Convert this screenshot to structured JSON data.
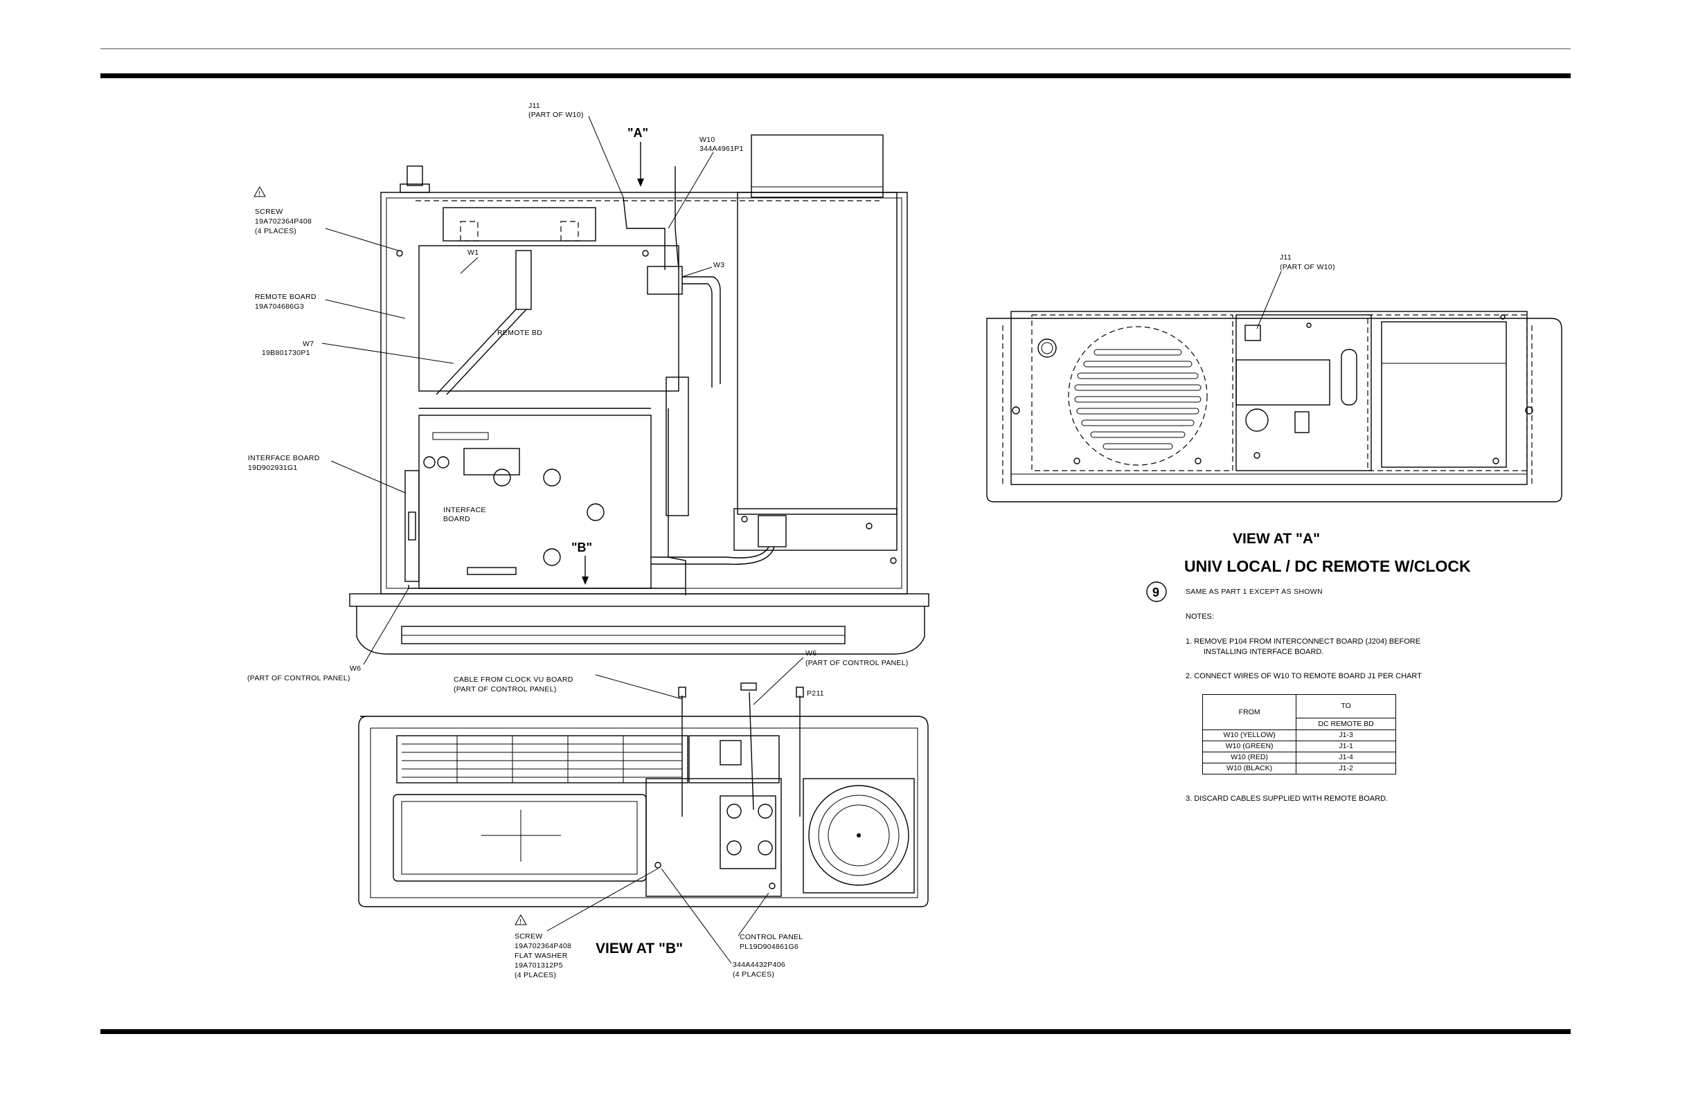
{
  "callouts": {
    "j11_top": [
      "J11",
      "(PART OF W10)"
    ],
    "view_a_marker": "\"A\"",
    "w10": [
      "W10",
      "344A4961P1"
    ],
    "screw_top": [
      "SCREW",
      "19A702364P408",
      "(4 PLACES)"
    ],
    "w1": "W1",
    "w3": "W3",
    "remote_board": [
      "REMOTE BOARD",
      "19A704686G3"
    ],
    "remote_bd": "REMOTE BD",
    "w7": [
      "W7",
      "19B801730P1"
    ],
    "interface_board_callout": [
      "INTERFACE BOARD",
      "19D902931G1"
    ],
    "interface_board_label": [
      "INTERFACE",
      "BOARD"
    ],
    "view_b_marker": "\"B\"",
    "w6_left": [
      "W6",
      "(PART OF CONTROL PANEL)"
    ],
    "cable_clock": [
      "CABLE FROM CLOCK VU BOARD",
      "(PART OF CONTROL PANEL)"
    ],
    "w6_right": [
      "W6",
      "(PART OF CONTROL PANEL)"
    ],
    "p211": "P211",
    "screw_bottom": [
      "SCREW",
      "19A702364P408",
      "FLAT WASHER",
      "19A701312P5",
      "(4 PLACES)"
    ],
    "control_panel": [
      "CONTROL PANEL",
      "PL19D904861G6"
    ],
    "screw_344": [
      "344A4432P406",
      "(4 PLACES)"
    ],
    "view_at_b": "VIEW AT \"B\"",
    "j11_right": [
      "J11",
      "(PART OF W10)"
    ],
    "view_at_a": "VIEW AT \"A\"",
    "title": "UNIV  LOCAL / DC  REMOTE  W/CLOCK",
    "part_number": "9",
    "same_as": "SAME AS PART 1 EXCEPT AS SHOWN"
  },
  "notes": {
    "heading": "NOTES:",
    "note1": [
      "1.   REMOVE P104 FROM INTERCONNECT BOARD (J204) BEFORE",
      "INSTALLING INTERFACE BOARD."
    ],
    "note2": "2.   CONNECT WIRES OF W10 TO REMOTE BOARD J1 PER CHART",
    "note3": "3.   DISCARD CABLES SUPPLIED WITH REMOTE BOARD."
  },
  "chart": {
    "from_header": "FROM",
    "to_header": "TO",
    "to_sub": "DC REMOTE BD",
    "rows": [
      {
        "from": "W10 (YELLOW)",
        "to": "J1-3"
      },
      {
        "from": "W10 (GREEN)",
        "to": "J1-1"
      },
      {
        "from": "W10 (RED)",
        "to": "J1-4"
      },
      {
        "from": "W10 (BLACK)",
        "to": "J1-2"
      }
    ]
  },
  "icons": [
    "warning-triangle-icon",
    "part-number-circle"
  ]
}
